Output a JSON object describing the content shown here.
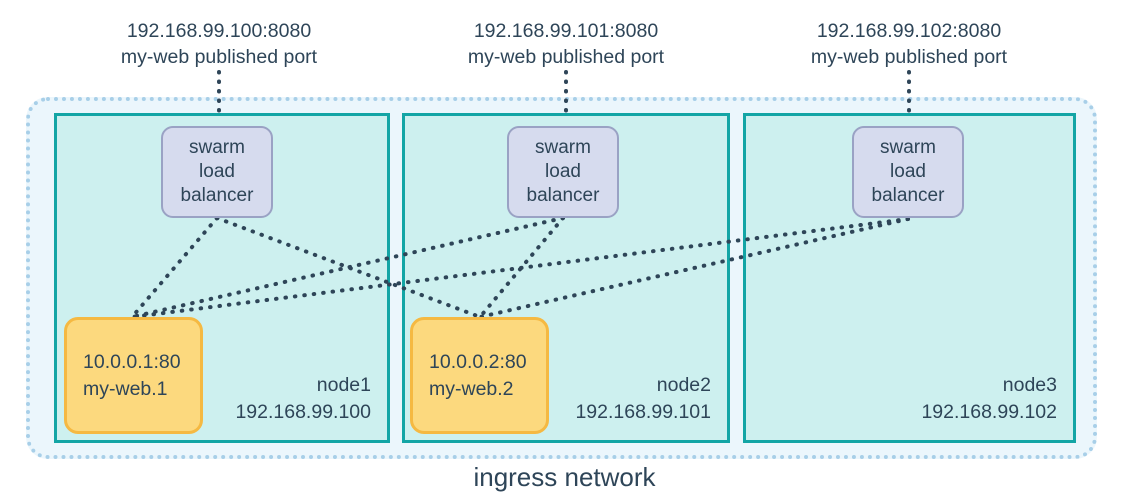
{
  "diagram": {
    "title": "ingress network",
    "published_ports": [
      {
        "address": "192.168.99.100:8080",
        "description": "my-web published port"
      },
      {
        "address": "192.168.99.101:8080",
        "description": "my-web published port"
      },
      {
        "address": "192.168.99.102:8080",
        "description": "my-web published port"
      }
    ],
    "load_balancers": [
      {
        "line1": "swarm",
        "line2": "load",
        "line3": "balancer"
      },
      {
        "line1": "swarm",
        "line2": "load",
        "line3": "balancer"
      },
      {
        "line1": "swarm",
        "line2": "load",
        "line3": "balancer"
      }
    ],
    "tasks": [
      {
        "address": "10.0.0.1:80",
        "name": "my-web.1"
      },
      {
        "address": "10.0.0.2:80",
        "name": "my-web.2"
      }
    ],
    "nodes": [
      {
        "name": "node1",
        "ip": "192.168.99.100"
      },
      {
        "name": "node2",
        "ip": "192.168.99.101"
      },
      {
        "name": "node3",
        "ip": "192.168.99.102"
      }
    ],
    "colors": {
      "ingress_fill": "#ebf6fc",
      "ingress_border": "#a8cfe8",
      "node_fill": "#cdf0ef",
      "node_border": "#13a5a5",
      "lb_fill": "#d6dbee",
      "lb_border": "#9aa2c4",
      "task_fill": "#fcd97e",
      "task_border": "#f5b942",
      "text": "#2e4558",
      "connector": "#2e4558"
    }
  }
}
